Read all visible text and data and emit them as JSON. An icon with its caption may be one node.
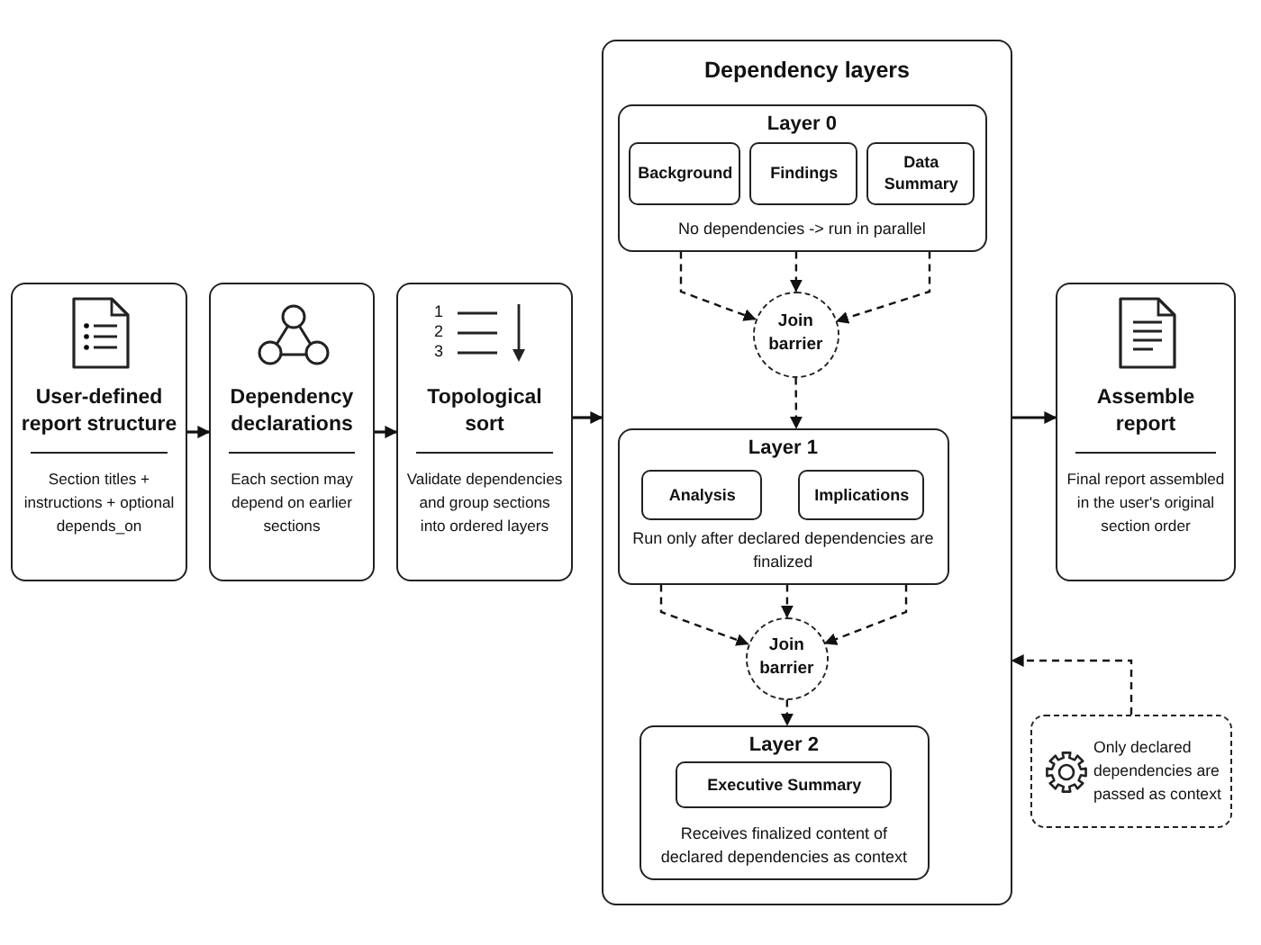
{
  "diagram": {
    "nodes": [
      {
        "text": [
          "User-defined report structure",
          "Section titles + instructions + optional depends_on"
        ]
      },
      {
        "text": [
          "Dependency declarations",
          "Each section may depend on earlier sections"
        ]
      },
      {
        "text": [
          "Topological sort",
          "Validate dependencies and group sections into ordered layers"
        ]
      },
      {
        "text": [
          "Dependency layers"
        ]
      },
      {
        "text": [
          "Layer 0",
          "No dependencies -> run in parallel"
        ],
        "in": 3
      },
      {
        "text": [
          "Background"
        ],
        "in": 4
      },
      {
        "text": [
          "Findings"
        ],
        "in": 4
      },
      {
        "text": [
          "Data Summary"
        ],
        "in": 4
      },
      {
        "text": [
          "Join barrier"
        ],
        "in": 3
      },
      {
        "text": [
          "Layer 1",
          "Run only after declared dependencies are finalized"
        ],
        "in": 3
      },
      {
        "text": [
          "Analysis"
        ],
        "in": 9
      },
      {
        "text": [
          "Implications"
        ],
        "in": 9
      },
      {
        "text": [
          "Join barrier"
        ],
        "in": 3
      },
      {
        "text": [
          "Layer 2",
          "Receives finalized content of declared dependencies as context"
        ],
        "in": 3
      },
      {
        "text": [
          "Executive Summary"
        ],
        "in": 13
      },
      {
        "text": [
          "Assemble report",
          "Final report assembled in the user's original section order"
        ]
      },
      {
        "text": [
          "Only declared dependencies are passed as context"
        ]
      }
    ],
    "edges": [
      {
        "from": 0,
        "to": 1,
        "arrow": "to"
      },
      {
        "from": 1,
        "to": 2,
        "arrow": "to"
      },
      {
        "from": 2,
        "to": 3,
        "arrow": "to"
      },
      {
        "from": 3,
        "to": 15,
        "arrow": "to"
      },
      {
        "from": 4,
        "to": 8,
        "arrow": "to",
        "style": "dashed"
      },
      {
        "from": 4,
        "to": 8,
        "arrow": "to",
        "style": "dashed"
      },
      {
        "from": 4,
        "to": 8,
        "arrow": "to",
        "style": "dashed"
      },
      {
        "from": 8,
        "to": 9,
        "arrow": "to",
        "style": "dashed"
      },
      {
        "from": 9,
        "to": 12,
        "arrow": "to",
        "style": "dashed"
      },
      {
        "from": 9,
        "to": 12,
        "arrow": "to",
        "style": "dashed"
      },
      {
        "from": 9,
        "to": 12,
        "arrow": "to",
        "style": "dashed"
      },
      {
        "from": 12,
        "to": 13,
        "arrow": "to",
        "style": "dashed"
      },
      {
        "from": 16,
        "to": 3,
        "arrow": "to",
        "style": "dashed"
      }
    ],
    "labels": [
      "1",
      "2",
      "3"
    ]
  }
}
